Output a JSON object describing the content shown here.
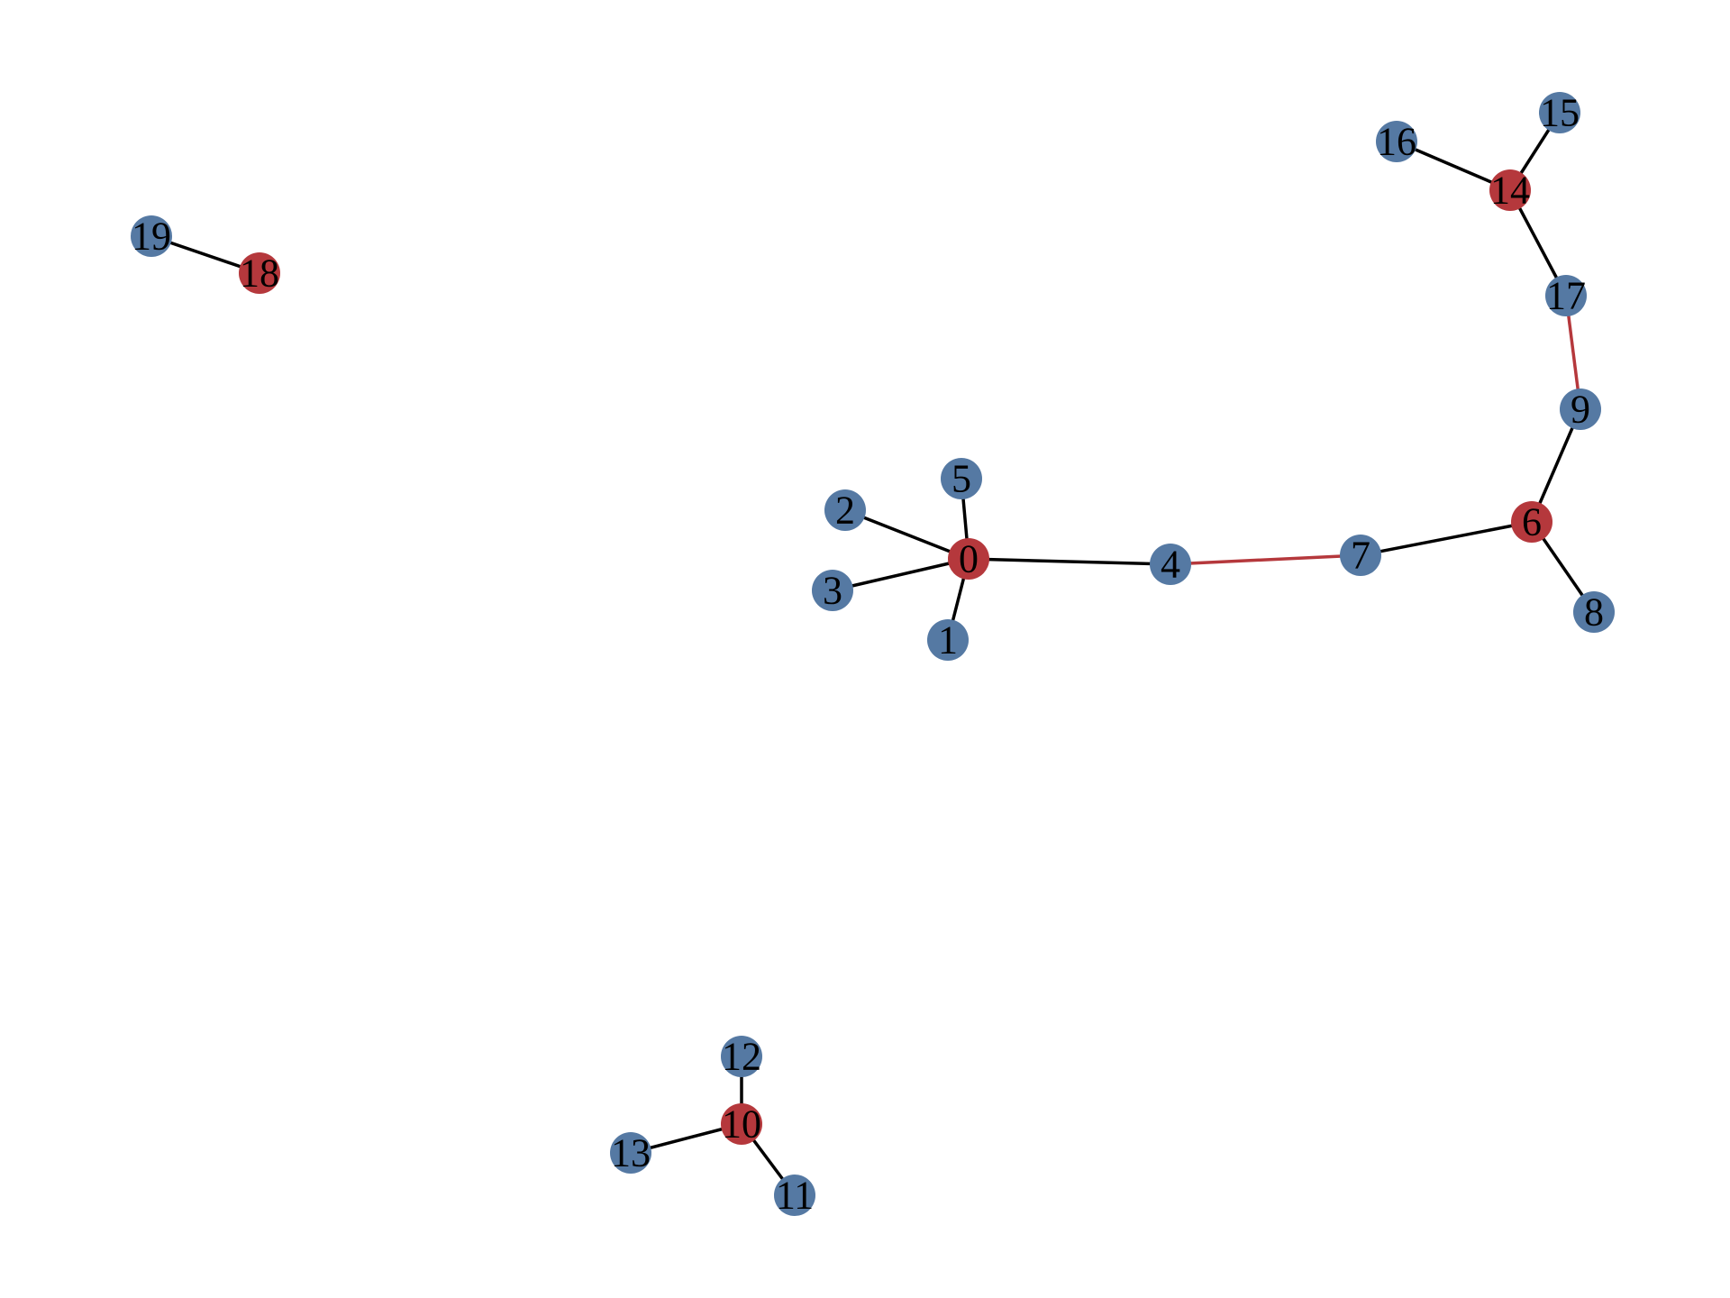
{
  "colors": {
    "highlight_node": "#b5383c",
    "default_node": "#5579a3",
    "highlight_edge": "#b5383c",
    "default_edge": "#000000"
  },
  "nodes": [
    {
      "id": "0",
      "label": "0",
      "highlighted": true
    },
    {
      "id": "1",
      "label": "1",
      "highlighted": false
    },
    {
      "id": "2",
      "label": "2",
      "highlighted": false
    },
    {
      "id": "3",
      "label": "3",
      "highlighted": false
    },
    {
      "id": "4",
      "label": "4",
      "highlighted": false
    },
    {
      "id": "5",
      "label": "5",
      "highlighted": false
    },
    {
      "id": "6",
      "label": "6",
      "highlighted": true
    },
    {
      "id": "7",
      "label": "7",
      "highlighted": false
    },
    {
      "id": "8",
      "label": "8",
      "highlighted": false
    },
    {
      "id": "9",
      "label": "9",
      "highlighted": false
    },
    {
      "id": "10",
      "label": "10",
      "highlighted": true
    },
    {
      "id": "11",
      "label": "11",
      "highlighted": false
    },
    {
      "id": "12",
      "label": "12",
      "highlighted": false
    },
    {
      "id": "13",
      "label": "13",
      "highlighted": false
    },
    {
      "id": "14",
      "label": "14",
      "highlighted": true
    },
    {
      "id": "15",
      "label": "15",
      "highlighted": false
    },
    {
      "id": "16",
      "label": "16",
      "highlighted": false
    },
    {
      "id": "17",
      "label": "17",
      "highlighted": false
    },
    {
      "id": "18",
      "label": "18",
      "highlighted": true
    },
    {
      "id": "19",
      "label": "19",
      "highlighted": false
    }
  ],
  "edges": [
    {
      "source": "0",
      "target": "5",
      "highlighted": false
    },
    {
      "source": "0",
      "target": "2",
      "highlighted": false
    },
    {
      "source": "0",
      "target": "3",
      "highlighted": false
    },
    {
      "source": "0",
      "target": "1",
      "highlighted": false
    },
    {
      "source": "0",
      "target": "4",
      "highlighted": false
    },
    {
      "source": "4",
      "target": "7",
      "highlighted": true
    },
    {
      "source": "7",
      "target": "6",
      "highlighted": false
    },
    {
      "source": "6",
      "target": "8",
      "highlighted": false
    },
    {
      "source": "6",
      "target": "9",
      "highlighted": false
    },
    {
      "source": "9",
      "target": "17",
      "highlighted": true
    },
    {
      "source": "17",
      "target": "14",
      "highlighted": false
    },
    {
      "source": "14",
      "target": "16",
      "highlighted": false
    },
    {
      "source": "14",
      "target": "15",
      "highlighted": false
    },
    {
      "source": "19",
      "target": "18",
      "highlighted": false
    },
    {
      "source": "10",
      "target": "12",
      "highlighted": false
    },
    {
      "source": "10",
      "target": "13",
      "highlighted": false
    },
    {
      "source": "10",
      "target": "11",
      "highlighted": false
    }
  ]
}
